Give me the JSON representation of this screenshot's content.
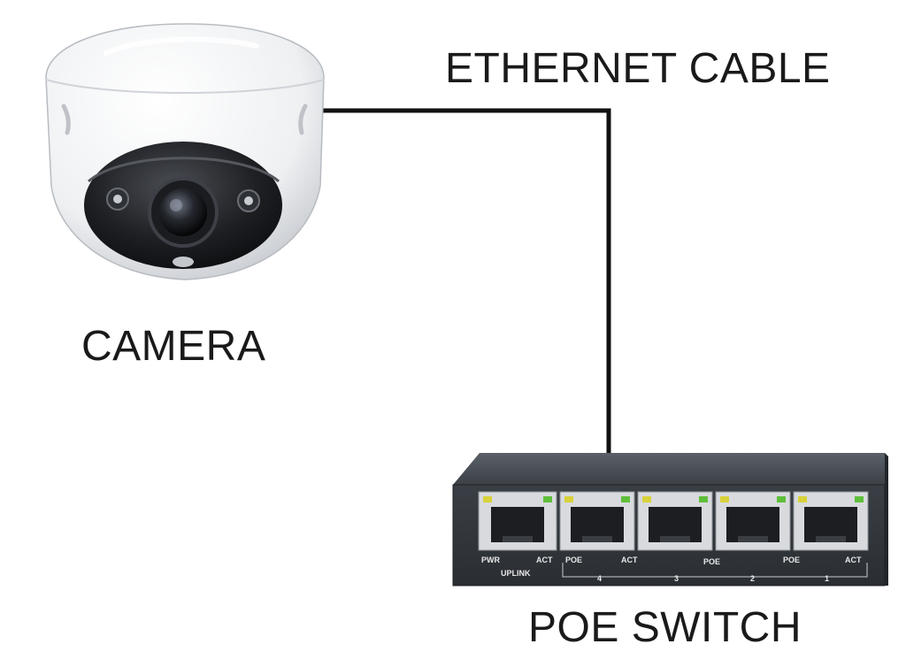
{
  "labels": {
    "cable": "ETHERNET CABLE",
    "camera": "CAMERA",
    "switch": "POE SWITCH"
  },
  "switch_panel": {
    "pwr": "PWR",
    "act_left": "ACT",
    "uplink": "UPLINK",
    "poe_a": "POE",
    "act_a": "ACT",
    "poe_b": "POE",
    "poe_c": "POE",
    "act_c": "ACT",
    "port_4": "4",
    "port_3": "3",
    "port_2": "2",
    "port_1": "1"
  },
  "colors": {
    "cable": "#111111",
    "led_yellow": "#d9d23a",
    "led_green": "#5fbf3a"
  },
  "icons": [
    "dome-camera-icon",
    "poe-switch-icon"
  ]
}
